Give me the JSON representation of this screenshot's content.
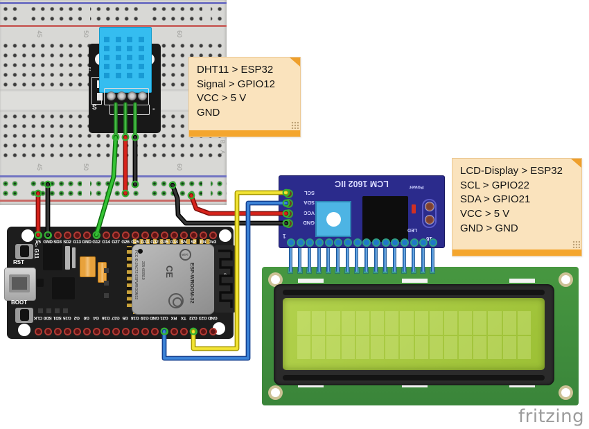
{
  "notes": [
    {
      "lines": [
        "DHT11 > ESP32",
        "Signal > GPIO12",
        "VCC > 5 V",
        "GND"
      ]
    },
    {
      "lines": [
        "LCD-Display > ESP32",
        "SCL > GPIO22",
        "SDA > GPIO21",
        "VCC > 5 V",
        "GND > GND"
      ]
    }
  ],
  "breadboard": {
    "column_labels": [
      "45",
      "50",
      "60"
    ],
    "row_labels": [
      "B",
      "A"
    ]
  },
  "dht11": {
    "s_label": "S",
    "minus_label": "-",
    "r1_label": "R1"
  },
  "esp32": {
    "top_pins": [
      "V5",
      "GND",
      "SD3",
      "SD2",
      "G13",
      "GND",
      "G12",
      "G14",
      "G27",
      "G26",
      "G25",
      "G33",
      "G32",
      "G35",
      "G34",
      "SN",
      "SP",
      "EN",
      "3v3"
    ],
    "bottom_pins": [
      "CLK",
      "SD0",
      "SD1",
      "G15",
      "G2",
      "G0",
      "G4",
      "G16",
      "G17",
      "G5",
      "G18",
      "G19",
      "GND",
      "G21",
      "RX",
      "TX",
      "G22",
      "G23",
      "GND"
    ],
    "rst_label": "RST",
    "boot_label": "BOOT",
    "g11_label": "<- G11",
    "module": {
      "fcc": "FCC ID:2AC7Z-ESPWROOM32",
      "serial": "205-600519",
      "name": "ESP-WROOM-32",
      "wifi": "WiFi",
      "ce": "CE",
      "antenna_label": "c"
    }
  },
  "lcm": {
    "title": "LCM 1602 IIC",
    "left_pins": [
      "SCL",
      "SDA",
      "VCC",
      "GND"
    ],
    "power_label": "Power",
    "led_label": "LED",
    "pin1_label": "1",
    "pin16_label": "16"
  },
  "wires": [
    {
      "from": "ESP32 V5",
      "to": "breadboard + rail",
      "color": "red"
    },
    {
      "from": "ESP32 GND",
      "to": "breadboard - rail",
      "color": "black"
    },
    {
      "from": "DHT11 Signal",
      "to": "ESP32 G12",
      "color": "green"
    },
    {
      "from": "DHT11 VCC",
      "to": "breadboard + rail",
      "color": "red"
    },
    {
      "from": "DHT11 GND",
      "to": "breadboard - rail",
      "color": "black"
    },
    {
      "from": "breadboard + rail",
      "to": "LCM1602 VCC",
      "color": "red"
    },
    {
      "from": "breadboard - rail",
      "to": "LCM1602 GND",
      "color": "black"
    },
    {
      "from": "ESP32 G22",
      "to": "LCM1602 SCL",
      "color": "yellow"
    },
    {
      "from": "ESP32 G21",
      "to": "LCM1602 SDA",
      "color": "blue"
    }
  ],
  "colors": {
    "wire_red": "#d8231b",
    "wire_black": "#353535",
    "wire_green": "#35c435",
    "wire_yellow": "#f2e434",
    "wire_blue": "#3d84d8",
    "note_bg": "#fae3bd",
    "note_bar": "#f4a62e",
    "lcm_pcb": "#2b2b8c",
    "lcd_pcb": "#3a853a",
    "lcd_screen": "#9cc035",
    "esp_pcb": "#1d1d1d",
    "breadboard": "#d8d8d5",
    "dht_sensor": "#35bdf0"
  },
  "watermark": "fritzing"
}
